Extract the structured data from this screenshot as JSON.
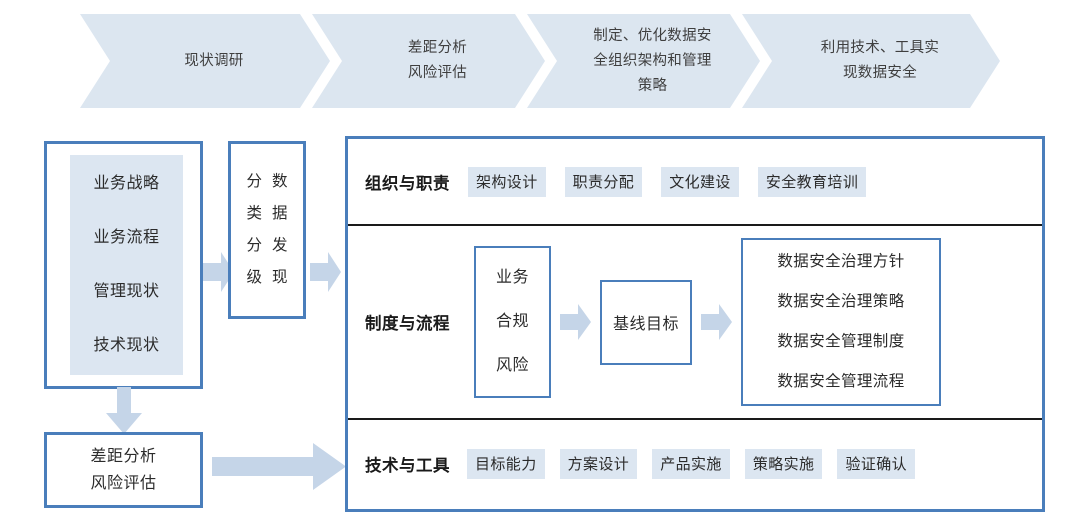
{
  "colors": {
    "chevron_fill": "#dce6f0",
    "box_border_blue": "#4a7ebb",
    "tag_fill": "#dce6f1",
    "arrow_fill": "#c5d5e8",
    "divider": "#1a1a1a",
    "text": "#2b2b2b"
  },
  "top_flow": {
    "steps": [
      {
        "label": "现状调研"
      },
      {
        "label": "差距分析\n风险评估"
      },
      {
        "label": "制定、优化数据安\n全组织架构和管理\n策略"
      },
      {
        "label": "利用技术、工具实\n现数据安全"
      }
    ]
  },
  "left_column": {
    "survey_box": {
      "items": [
        "业务战略",
        "业务流程",
        "管理现状",
        "技术现状"
      ]
    },
    "gap_box": {
      "items": [
        "差距分析",
        "风险评估"
      ]
    },
    "classify_box": {
      "column_left": [
        "分",
        "类",
        "分",
        "级"
      ],
      "column_right": [
        "数",
        "据",
        "发",
        "现"
      ],
      "column_left_text": "分类分级",
      "column_right_text": "数据发现"
    },
    "arrows": {
      "survey_to_classify": "arrow-right-icon",
      "classify_to_panel": "arrow-right-icon",
      "survey_to_gap": "arrow-down-icon",
      "gap_to_panel": "arrow-right-long-icon"
    }
  },
  "main_panel": {
    "rows": [
      {
        "title": "组织与职责",
        "tags": [
          "架构设计",
          "职责分配",
          "文化建设",
          "安全教育培训"
        ]
      },
      {
        "title": "制度与流程",
        "inputs": [
          "业务",
          "合规",
          "风险"
        ],
        "baseline": "基线目标",
        "outputs": [
          "数据安全治理方针",
          "数据安全治理策略",
          "数据安全管理制度",
          "数据安全管理流程"
        ]
      },
      {
        "title": "技术与工具",
        "tags": [
          "目标能力",
          "方案设计",
          "产品实施",
          "策略实施",
          "验证确认"
        ]
      }
    ]
  }
}
